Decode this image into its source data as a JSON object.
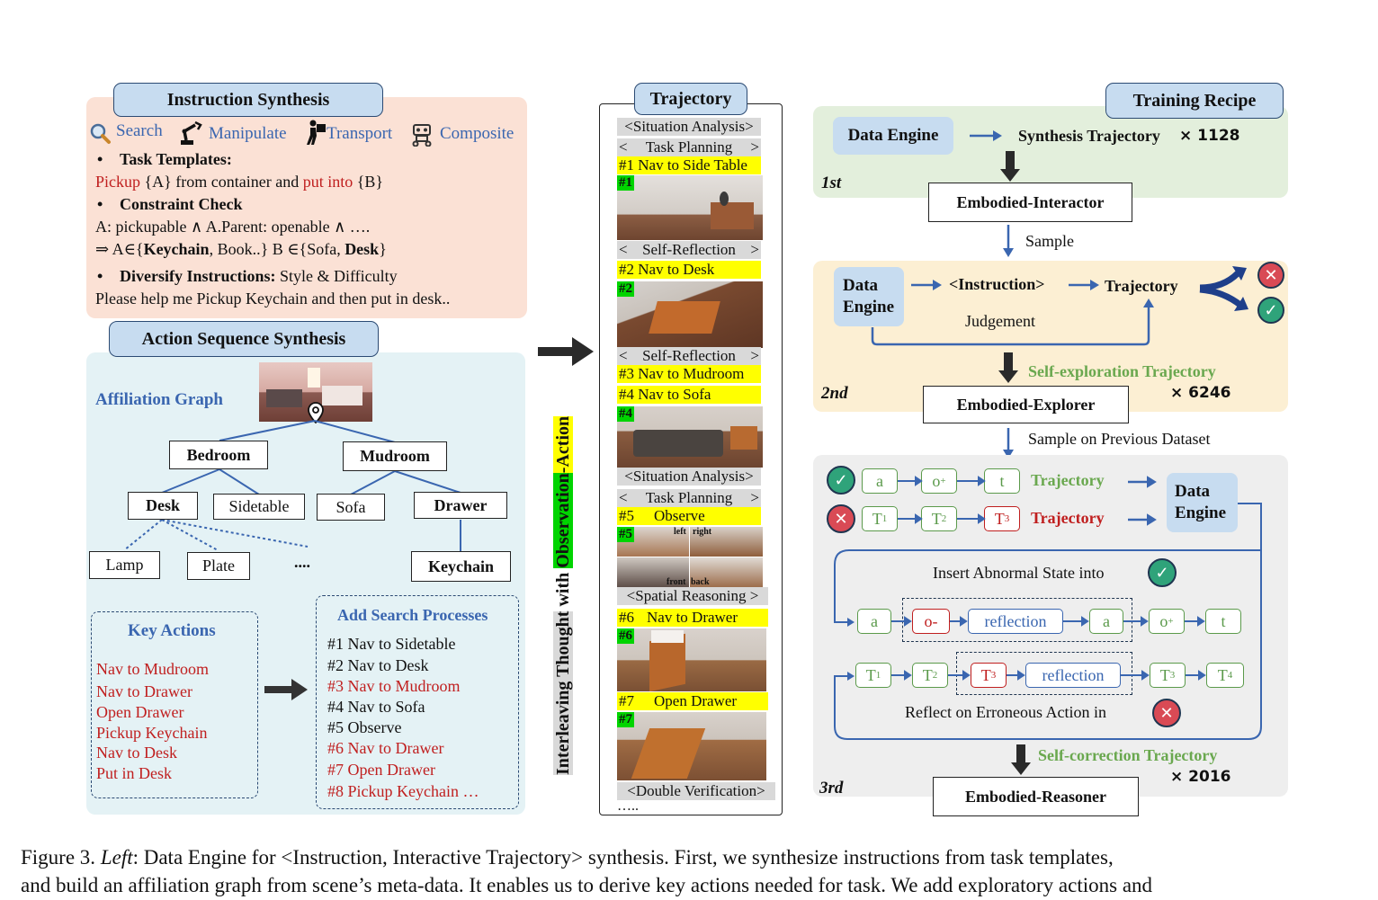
{
  "left": {
    "instruction_header": "Instruction Synthesis",
    "tools": [
      {
        "label": "Search",
        "icon": "magnifier-icon"
      },
      {
        "label": "Manipulate",
        "icon": "robot-arm-icon"
      },
      {
        "label": "Transport",
        "icon": "carry-person-icon"
      },
      {
        "label": "Composite",
        "icon": "robot-icon"
      }
    ],
    "task_templates_title": "Task Templates:",
    "template_pickup": "Pickup",
    "template_a": " {A} from container and ",
    "template_putinto": "put into",
    "template_b": " {B}",
    "constraint_title": "Constraint Check",
    "constraint_line1": "A: pickupable ∧ A.Parent: openable ∧ ….",
    "constraint_line2_pre": "⇒ A∈{",
    "constraint_keychain": "Keychain",
    "constraint_line2_mid": ", Book..}  B ∈{Sofa, ",
    "constraint_desk": "Desk",
    "constraint_line2_end": "}",
    "diversify_title": "Diversify Instructions:",
    "diversify_rest": " Style & Difficulty",
    "example_instruction": "Please help me Pickup Keychain and then put in desk..",
    "action_header": "Action Sequence Synthesis",
    "affiliation_label": "Affiliation Graph",
    "graph": {
      "bedroom": "Bedroom",
      "mudroom": "Mudroom",
      "desk": "Desk",
      "sidetable": "Sidetable",
      "sofa": "Sofa",
      "drawer": "Drawer",
      "lamp": "Lamp",
      "plate": "Plate",
      "ellipsis": "....",
      "keychain": "Keychain"
    },
    "key_actions_title": "Key Actions",
    "key_actions": [
      "Nav to Mudroom",
      "Nav to Drawer",
      "Open Drawer",
      "Pickup Keychain",
      "Nav to Desk",
      "Put in Desk"
    ],
    "search_title": "Add Search Processes",
    "search_items": [
      {
        "text": "#1 Nav to Sidetable",
        "red": false
      },
      {
        "text": "#2 Nav to Desk",
        "red": false
      },
      {
        "text": "#3 Nav to Mudroom",
        "red": true
      },
      {
        "text": "#4 Nav to Sofa",
        "red": false
      },
      {
        "text": "#5 Observe",
        "red": false
      },
      {
        "text": "#6 Nav to Drawer",
        "red": true
      },
      {
        "text": "#7 Open Drawer",
        "red": true
      },
      {
        "text": "#8 Pickup Keychain …",
        "red": true
      }
    ]
  },
  "middle": {
    "vertical_pre": "Interleaving ",
    "vertical_thought": "Thought",
    "vertical_with": " with ",
    "vertical_obs": "Observation",
    "vertical_action": "-Action",
    "header": "Trajectory",
    "situation": "<Situation Analysis>",
    "task_lt": "<",
    "task_planning": "Task Planning",
    "task_gt": ">",
    "step1": "#1 Nav to Side Table",
    "tag1": "#1",
    "selfref_lt": "<",
    "selfref": "Self-Reflection",
    "selfref_gt": ">",
    "step2": "#2 Nav to Desk",
    "tag2": "#2",
    "step3": "#3 Nav to Mudroom",
    "step4": "#4 Nav to Sofa",
    "tag4": "#4",
    "task_planning2": "Task  Planning",
    "step5_num": "#5",
    "step5": "Observe",
    "tag5": "#5",
    "view_left": "left",
    "view_right": "right",
    "view_front": "front",
    "view_back": "back",
    "spatial": "<Spatial Reasoning >",
    "step6_num": "#6",
    "step6": "Nav to Drawer",
    "tag6": "#6",
    "step7_num": "#7",
    "step7": "Open Drawer",
    "tag7": "#7",
    "double": "<Double Verification>",
    "dots": "….."
  },
  "right": {
    "header": "Training Recipe",
    "data_engine": "Data Engine",
    "synth_label": "Synthesis Trajectory",
    "synth_count": "× 1128",
    "stage1": "1st",
    "interactor": "Embodied-Interactor",
    "sample": "Sample",
    "data_engine_2a": "Data",
    "data_engine_2b": "Engine",
    "instruction_tag": "<Instruction>",
    "trajectory": "Trajectory",
    "judgement": "Judgement",
    "self_explore": "Self-exploration Trajectory",
    "explore_count": "× 6246",
    "stage2": "2nd",
    "explorer": "Embodied-Explorer",
    "sample_prev": "Sample on Previous Dataset",
    "row1": [
      "a",
      "o",
      "t"
    ],
    "row1_sub": "+",
    "traj_good": "Trajectory",
    "row2": [
      "T",
      "T",
      "T"
    ],
    "row2_subs": [
      "1",
      "2",
      "3"
    ],
    "traj_bad": "Trajectory",
    "data_engine_3a": "Data",
    "data_engine_3b": "Engine",
    "insert_label": "Insert Abnormal State into",
    "row3": [
      "a",
      "o-",
      "reflection",
      "a",
      "o",
      "t"
    ],
    "row3_sub": "+",
    "row4": [
      "T",
      "T",
      "T",
      "reflection",
      "T",
      "T"
    ],
    "row4_subs": [
      "1",
      "2",
      "3",
      "",
      "3",
      "4"
    ],
    "reflect_label": "Reflect on Erroneous Action in",
    "self_correct": "Self-correction Trajectory",
    "correct_count": "× 2016",
    "stage3": "3rd",
    "reasoner": "Embodied-Reasoner",
    "colors": {
      "stage1_bg": "#e3efdc",
      "stage2_bg": "#fcefd3",
      "stage3_bg": "#eeeeee",
      "success": "#2fa37a",
      "fail": "#d94a55"
    }
  },
  "caption": {
    "fig": "Figure 3. ",
    "left_em": "Left",
    "line1_rest": ": Data Engine for <Instruction, Interactive Trajectory> synthesis.  First, we synthesize instructions from task templates,",
    "line2": "and build an affiliation graph from scene’s meta-data. It enables us to derive key actions needed for task. We add exploratory actions and"
  }
}
